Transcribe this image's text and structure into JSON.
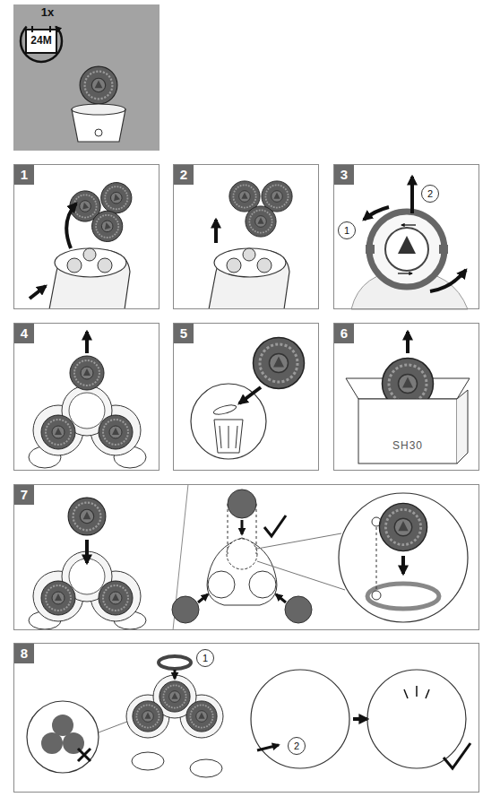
{
  "diagram": {
    "nodes": [
      {
        "text": [
          "1x",
          "24M"
        ]
      },
      {
        "text": [
          "1"
        ]
      },
      {
        "text": [
          "2"
        ]
      },
      {
        "text": [
          "3"
        ]
      },
      {
        "text": [
          "1"
        ],
        "in": 3
      },
      {
        "text": [
          "2"
        ],
        "in": 3
      },
      {
        "text": [
          "4"
        ]
      },
      {
        "text": [
          "5"
        ]
      },
      {
        "text": [
          "6"
        ]
      },
      {
        "text": [
          "7"
        ]
      },
      {
        "text": [
          "8"
        ]
      },
      {
        "text": [
          "1"
        ],
        "in": 10
      },
      {
        "text": [
          "2"
        ],
        "in": 10
      }
    ],
    "labels": [
      "SH30"
    ]
  }
}
